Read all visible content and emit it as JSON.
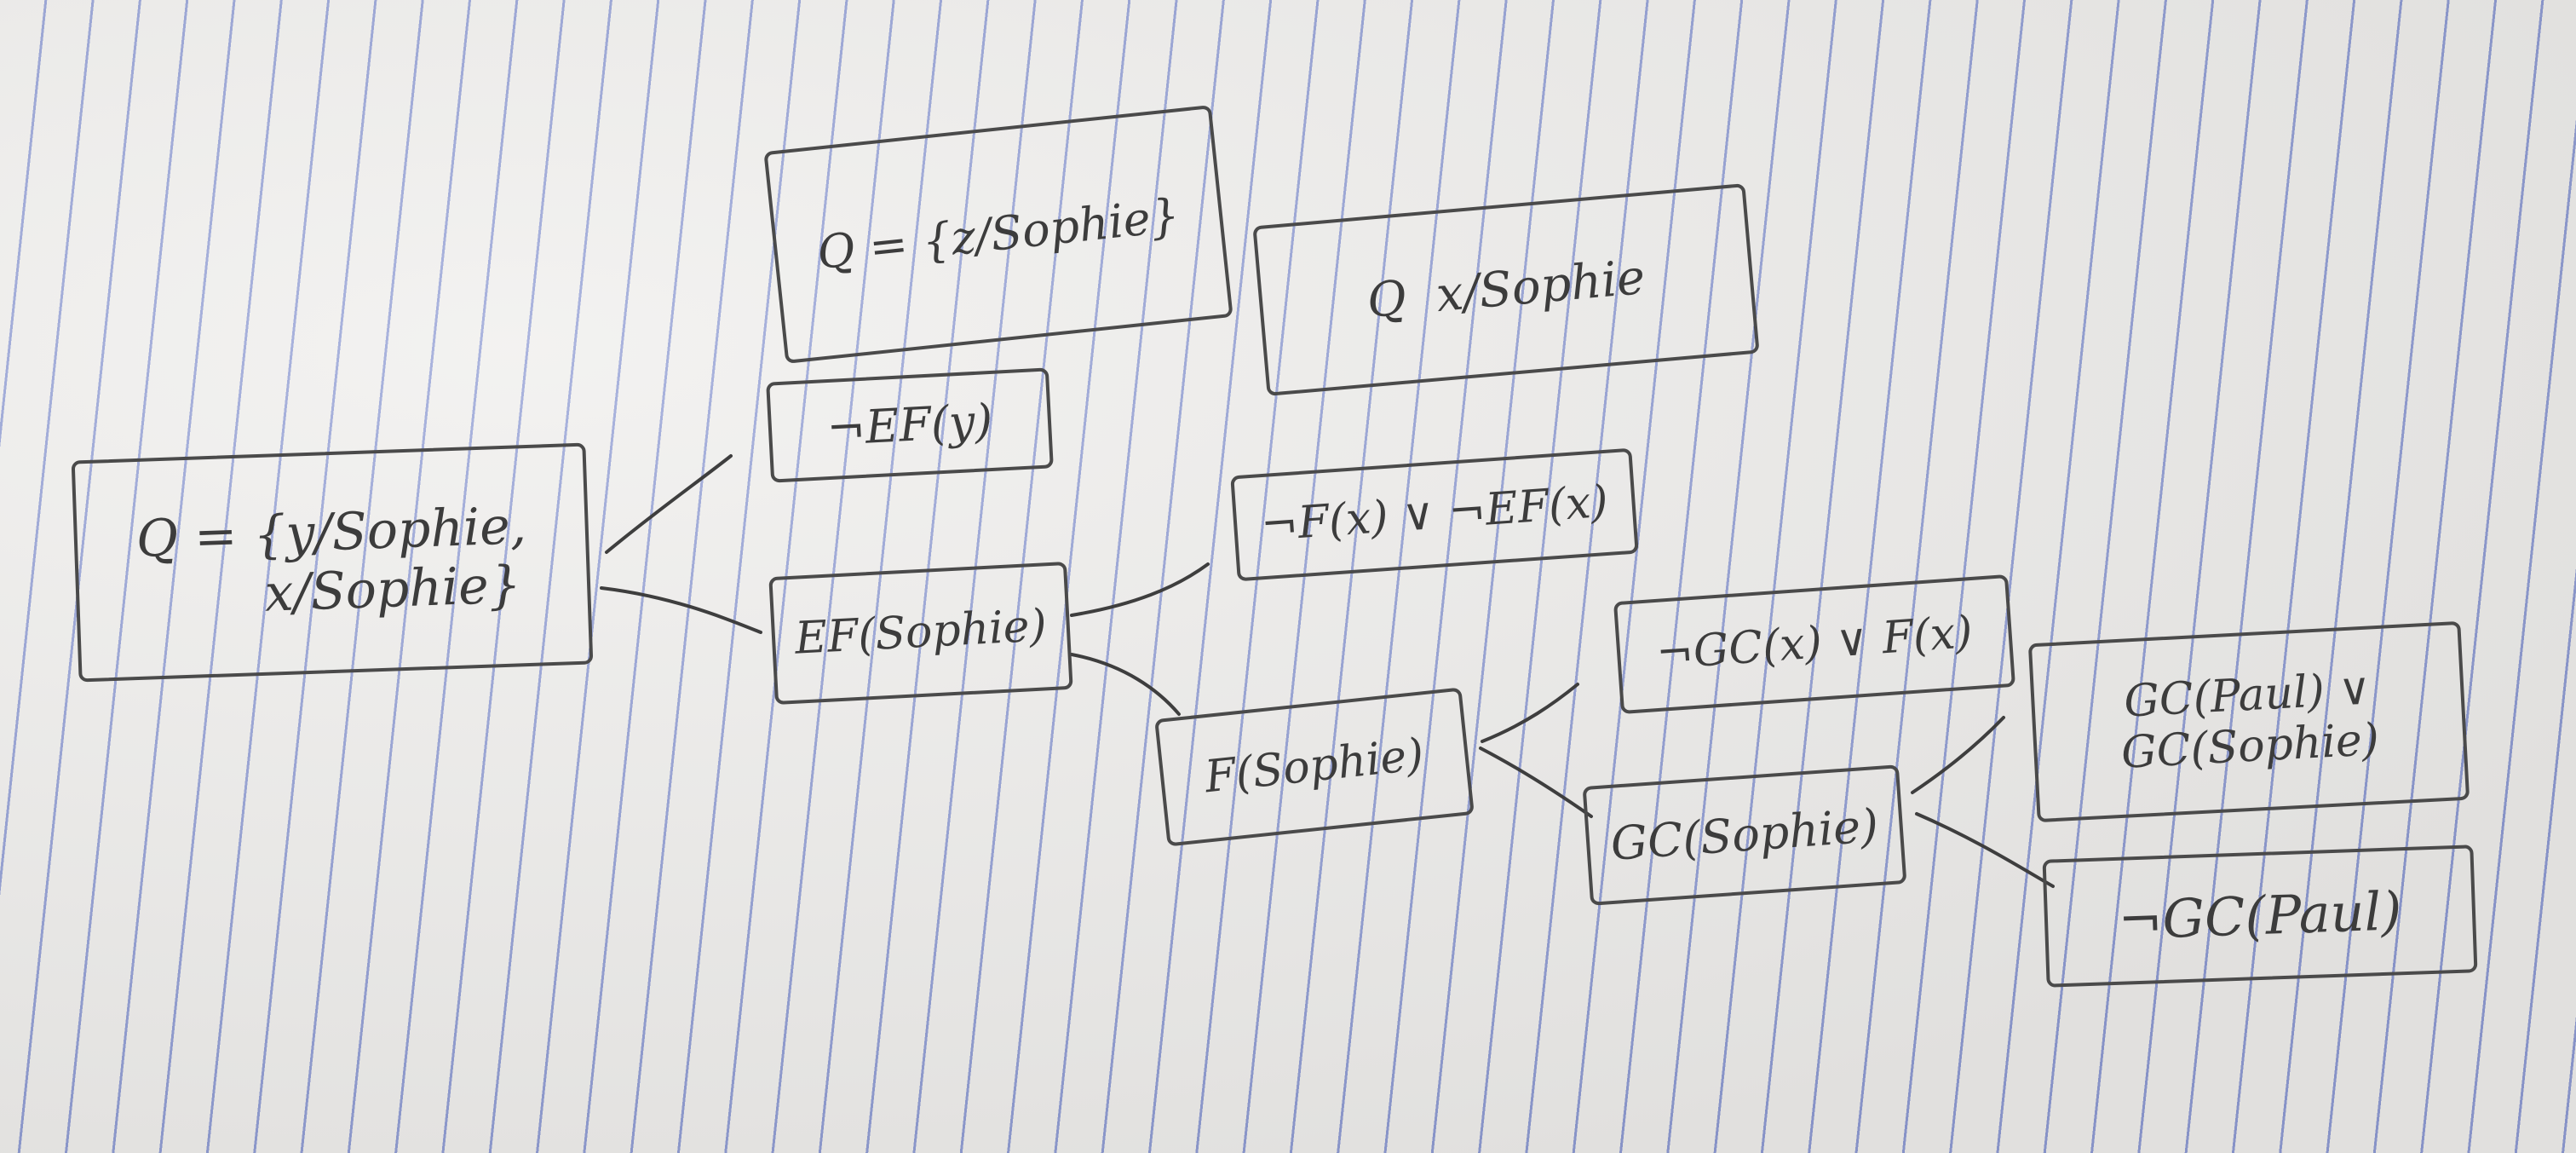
{
  "diagram": {
    "nodes": [
      {
        "id": "root",
        "lines": [
          "Q = {y/Sophie,",
          "x/Sophie}"
        ]
      },
      {
        "id": "top_left",
        "lines": [
          "Q = {z/Sophie}"
        ]
      },
      {
        "id": "top_right",
        "lines": [
          "Q  x/Sophie"
        ]
      },
      {
        "id": "not_ef_y",
        "lines": [
          "¬EF(y)"
        ]
      },
      {
        "id": "ef_sophie",
        "lines": [
          "EF(Sophie)"
        ]
      },
      {
        "id": "clause_f_ef",
        "lines": [
          "¬F(x) ∨ ¬EF(x)"
        ]
      },
      {
        "id": "f_sophie",
        "lines": [
          "F(Sophie)"
        ]
      },
      {
        "id": "clause_gc_f",
        "lines": [
          "¬GC(x) ∨ F(x)"
        ]
      },
      {
        "id": "gc_sophie",
        "lines": [
          "GC(Sophie)"
        ]
      },
      {
        "id": "gc_paul_or_sophie",
        "lines": [
          "GC(Paul) ∨",
          "GC(Sophie)"
        ]
      },
      {
        "id": "not_gc_paul",
        "lines": [
          "¬GC(Paul)"
        ]
      }
    ],
    "edges": [
      {
        "from": "root",
        "to": "not_ef_y"
      },
      {
        "from": "root",
        "to": "ef_sophie"
      },
      {
        "from": "ef_sophie",
        "to": "clause_f_ef"
      },
      {
        "from": "ef_sophie",
        "to": "f_sophie"
      },
      {
        "from": "f_sophie",
        "to": "clause_gc_f"
      },
      {
        "from": "f_sophie",
        "to": "gc_sophie"
      },
      {
        "from": "gc_sophie",
        "to": "gc_paul_or_sophie"
      },
      {
        "from": "gc_sophie",
        "to": "not_gc_paul"
      }
    ]
  }
}
